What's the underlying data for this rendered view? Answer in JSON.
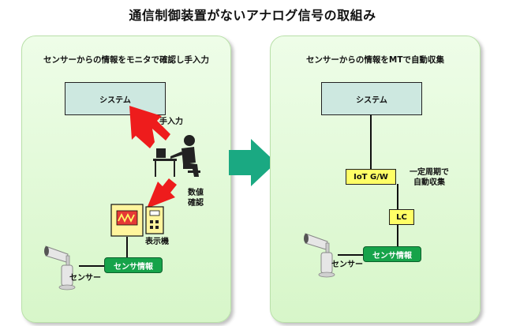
{
  "title": "通信制御装置がないアナログ信号の取組み",
  "left_panel": {
    "title": "センサーからの情報をモニタで確認し手入力",
    "system_label": "システム",
    "manual_input_label": "手入力",
    "value_check_label": [
      "数値",
      "確認"
    ],
    "display_label": "表示機",
    "sensor_info_label": "センサ情報",
    "sensor_label": "センサー"
  },
  "right_panel": {
    "title": "センサーからの情報をMTで自動収集",
    "system_label": "システム",
    "gateway_label": "IoT G/W",
    "periodic_label": [
      "一定周期で",
      "自動収集"
    ],
    "lc_label": "LC",
    "sensor_info_label": "センサ情報",
    "sensor_label": "センサー"
  },
  "colors": {
    "panel_bg": "#d7f6c9",
    "system_box": "#cde8e0",
    "gateway_box": "#ffff66",
    "sensor_info_box": "#16a34a",
    "arrow_red": "#ee1c1c",
    "arrow_teal": "#1aa982"
  }
}
